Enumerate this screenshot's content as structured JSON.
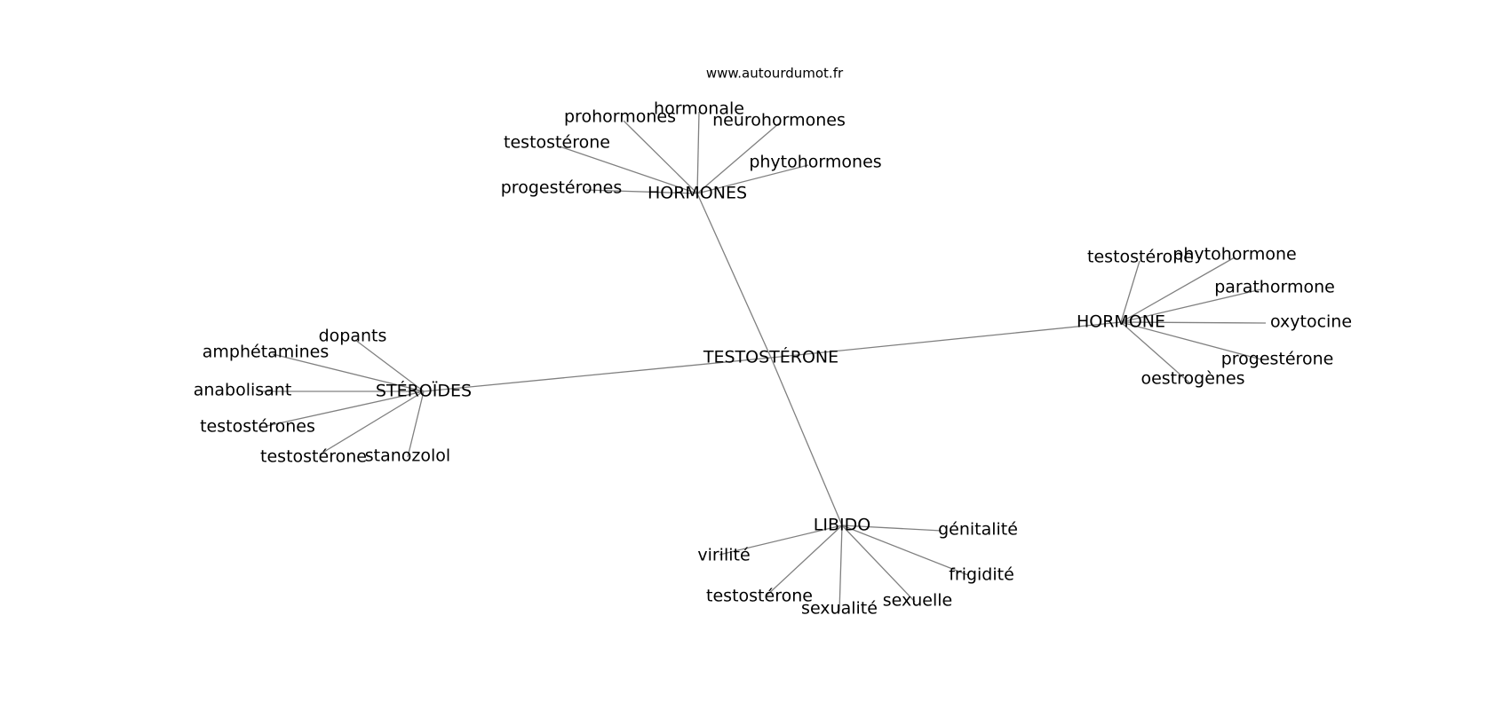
{
  "source": "www.autourdumot.fr",
  "center": "TESTOSTÉRONE",
  "hubs": [
    {
      "id": "hormones",
      "label": "HORMONES",
      "leaves": [
        "prohormones",
        "hormonale",
        "neurohormones",
        "testostérone",
        "phytohormones",
        "progestérones"
      ]
    },
    {
      "id": "hormone",
      "label": "HORMONE",
      "leaves": [
        "testostérone",
        "phytohormone",
        "parathormone",
        "oxytocine",
        "progestérone",
        "oestrogènes"
      ]
    },
    {
      "id": "steroides",
      "label": "STÉROÏDES",
      "leaves": [
        "dopants",
        "amphétamines",
        "anabolisant",
        "testostérones",
        "testostérone",
        "stanozolol"
      ]
    },
    {
      "id": "libido",
      "label": "LIBIDO",
      "leaves": [
        "génitalité",
        "virilité",
        "frigidité",
        "testostérone",
        "sexualité",
        "sexuelle"
      ]
    }
  ]
}
